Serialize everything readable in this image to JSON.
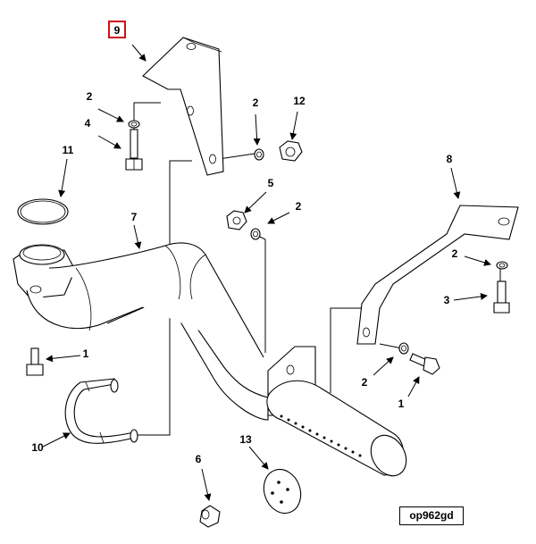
{
  "diagram": {
    "selected_callout": "9",
    "figure_code": "op962gd",
    "callouts": [
      {
        "id": "c-9",
        "text": "9"
      },
      {
        "id": "c-2a",
        "text": "2"
      },
      {
        "id": "c-4",
        "text": "4"
      },
      {
        "id": "c-2b",
        "text": "2"
      },
      {
        "id": "c-12",
        "text": "12"
      },
      {
        "id": "c-11",
        "text": "11"
      },
      {
        "id": "c-7",
        "text": "7"
      },
      {
        "id": "c-5",
        "text": "5"
      },
      {
        "id": "c-2c",
        "text": "2"
      },
      {
        "id": "c-8",
        "text": "8"
      },
      {
        "id": "c-2d",
        "text": "2"
      },
      {
        "id": "c-3",
        "text": "3"
      },
      {
        "id": "c-1a",
        "text": "1"
      },
      {
        "id": "c-2e",
        "text": "2"
      },
      {
        "id": "c-1b",
        "text": "1"
      },
      {
        "id": "c-10",
        "text": "10"
      },
      {
        "id": "c-13",
        "text": "13"
      },
      {
        "id": "c-6",
        "text": "6"
      }
    ]
  }
}
